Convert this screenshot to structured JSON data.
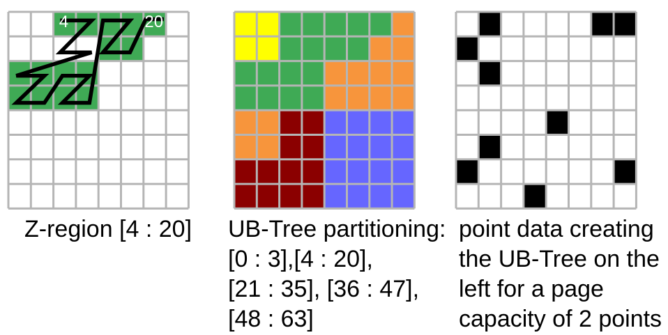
{
  "colors": {
    "grid_line": "#b5b5b5",
    "green": "#3faa55",
    "yellow": "#ffff00",
    "orange": "#f7953c",
    "darkred": "#8b0000",
    "blue": "#6666ff",
    "black": "#000000",
    "white": "#ffffff"
  },
  "panel1": {
    "grid_size": 8,
    "region_color": "green",
    "region_cells": [
      [
        0,
        2
      ],
      [
        0,
        3
      ],
      [
        0,
        4
      ],
      [
        0,
        5
      ],
      [
        0,
        6
      ],
      [
        1,
        4
      ],
      [
        1,
        5
      ],
      [
        2,
        0
      ],
      [
        2,
        1
      ],
      [
        2,
        2
      ],
      [
        2,
        3
      ],
      [
        3,
        0
      ],
      [
        3,
        1
      ],
      [
        3,
        2
      ],
      [
        3,
        3
      ]
    ],
    "label_start": "4",
    "label_end": "20",
    "caption": "Z-region [4 : 20]"
  },
  "panel2": {
    "grid_size": 8,
    "color_rows": [
      [
        "yellow",
        "yellow",
        "green",
        "green",
        "green",
        "green",
        "green",
        "orange"
      ],
      [
        "yellow",
        "yellow",
        "green",
        "green",
        "green",
        "green",
        "orange",
        "orange"
      ],
      [
        "green",
        "green",
        "green",
        "green",
        "orange",
        "orange",
        "orange",
        "orange"
      ],
      [
        "green",
        "green",
        "green",
        "green",
        "orange",
        "orange",
        "orange",
        "orange"
      ],
      [
        "orange",
        "orange",
        "darkred",
        "darkred",
        "blue",
        "blue",
        "blue",
        "blue"
      ],
      [
        "orange",
        "orange",
        "darkred",
        "darkred",
        "blue",
        "blue",
        "blue",
        "blue"
      ],
      [
        "darkred",
        "darkred",
        "darkred",
        "darkred",
        "blue",
        "blue",
        "blue",
        "blue"
      ],
      [
        "darkred",
        "darkred",
        "darkred",
        "darkred",
        "blue",
        "blue",
        "blue",
        "blue"
      ]
    ],
    "caption_lines": [
      "UB-Tree partitioning:",
      "[0 : 3],[4 : 20],",
      "[21 : 35], [36 : 47],",
      "[48 : 63]"
    ]
  },
  "panel3": {
    "grid_size": 8,
    "points": [
      [
        0,
        1
      ],
      [
        0,
        6
      ],
      [
        0,
        7
      ],
      [
        1,
        0
      ],
      [
        2,
        1
      ],
      [
        4,
        4
      ],
      [
        5,
        1
      ],
      [
        6,
        0
      ],
      [
        6,
        7
      ],
      [
        7,
        3
      ]
    ],
    "caption_lines": [
      "point data creating",
      "the UB-Tree on the",
      "left for a page",
      "capacity of 2 points"
    ]
  }
}
